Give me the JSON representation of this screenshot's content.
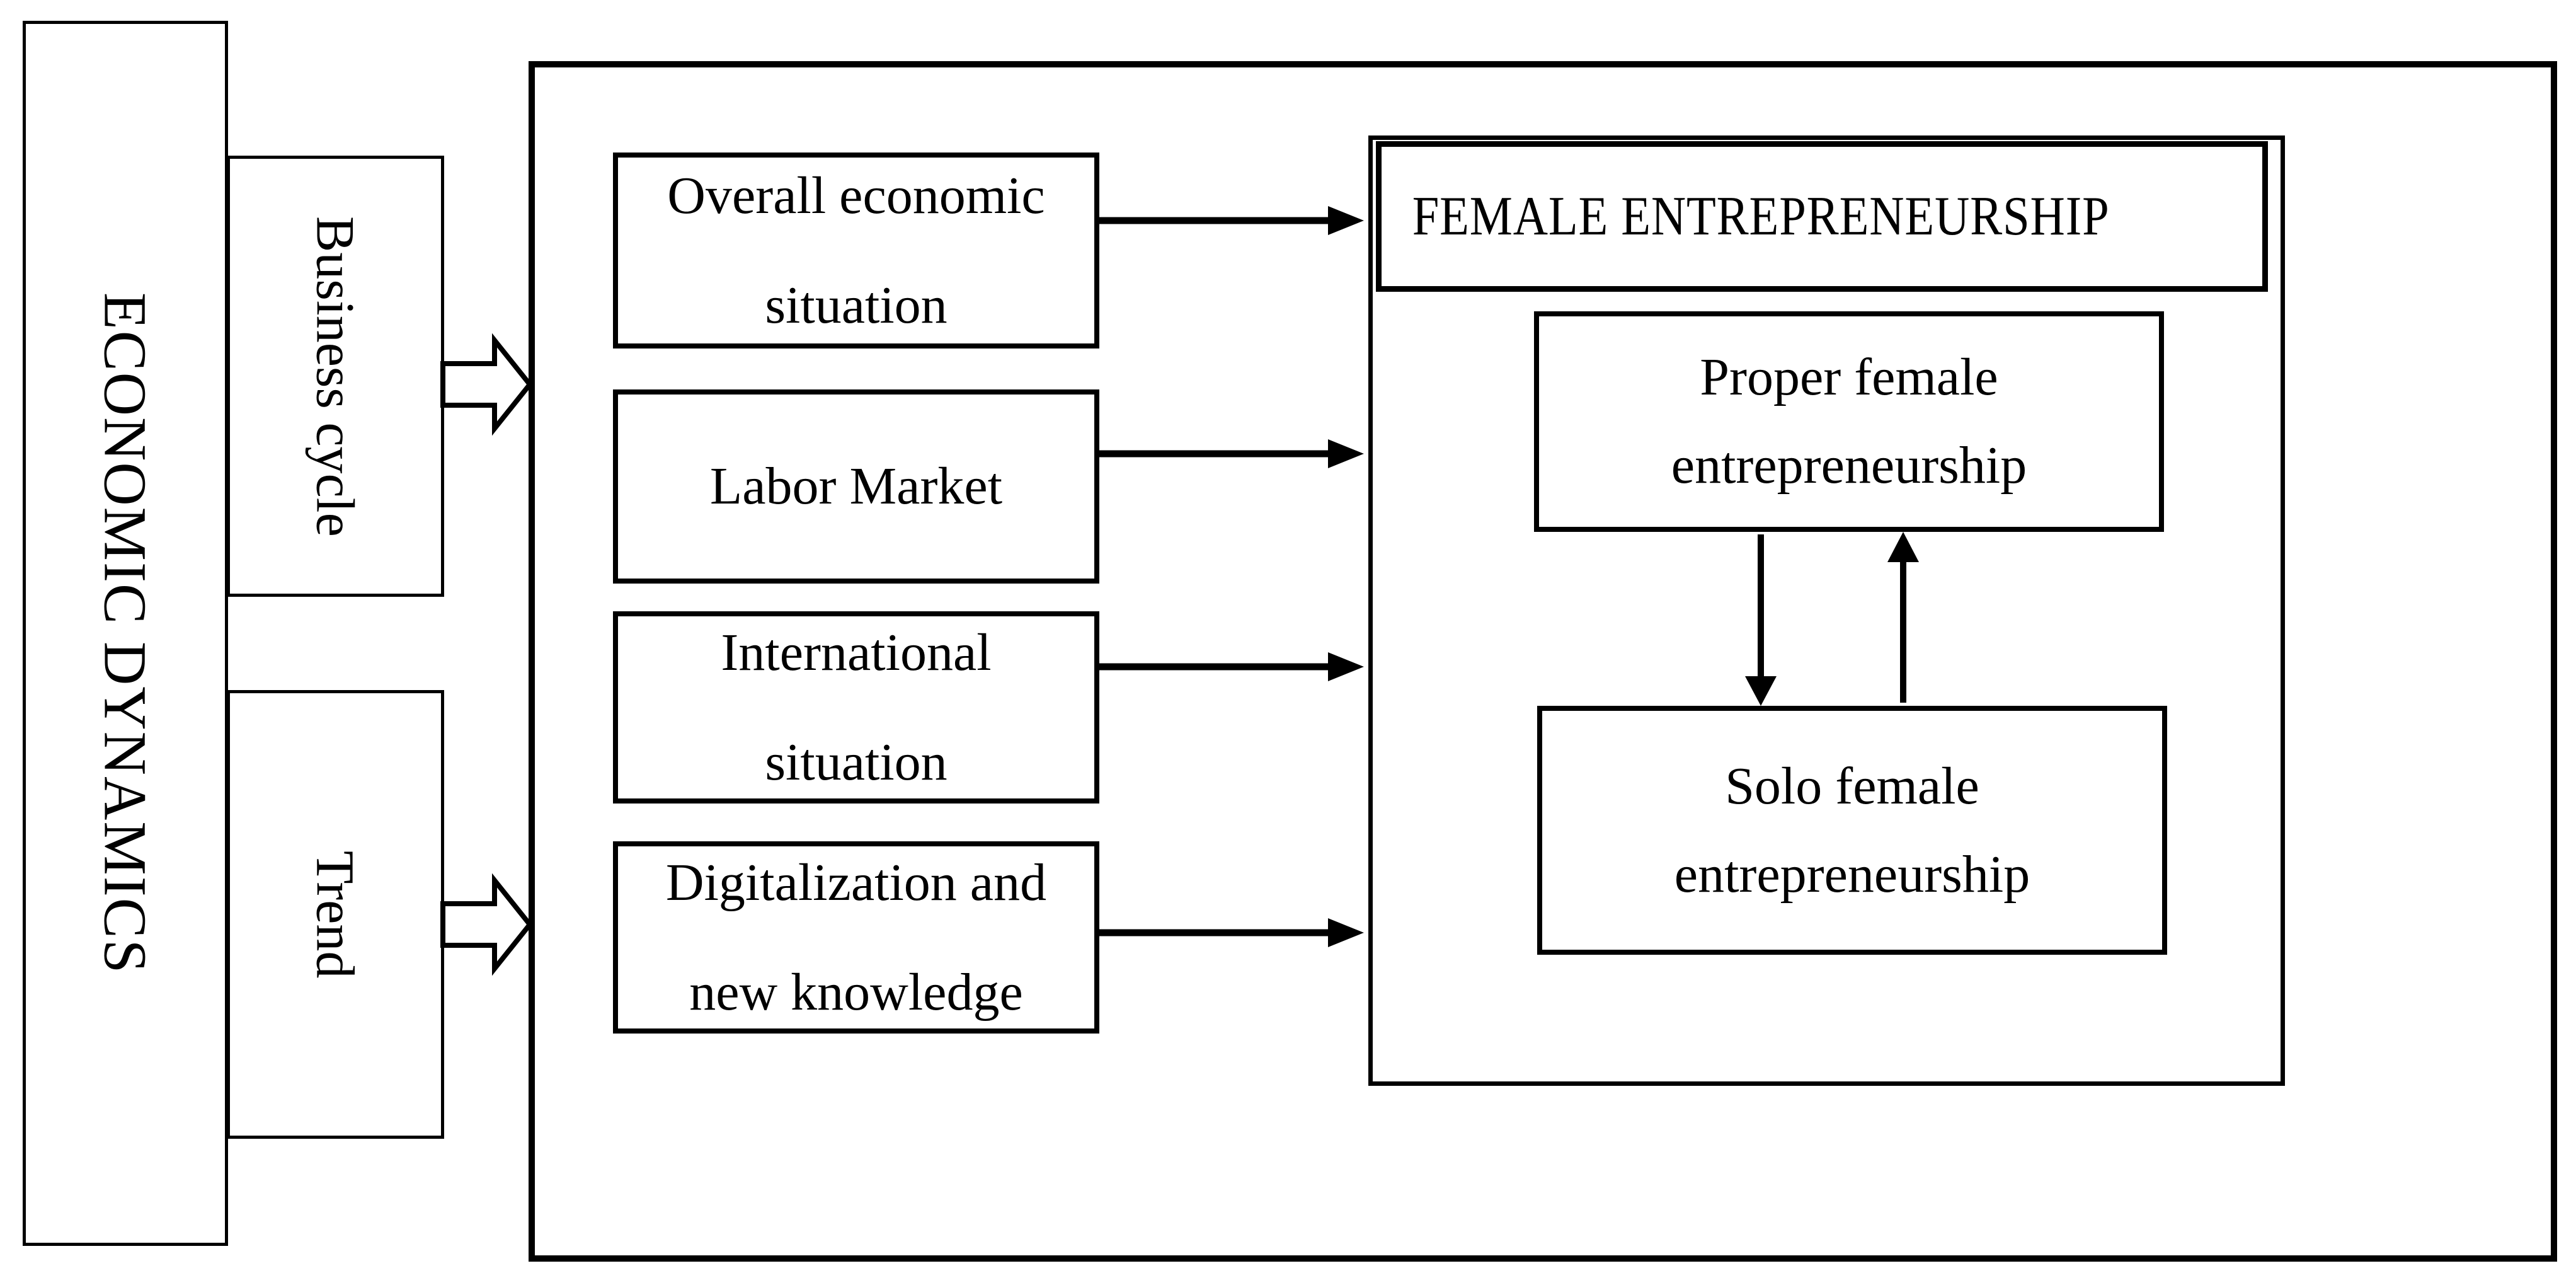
{
  "diagram": {
    "left_panel": {
      "label": "ECONOMIC DYNAMICS"
    },
    "drivers": [
      {
        "label": "Business cycle"
      },
      {
        "label": "Trend"
      }
    ],
    "factors": [
      {
        "label": "Overall economic situation"
      },
      {
        "label": "Labor Market"
      },
      {
        "label": "International situation"
      },
      {
        "label": "Digitalization and new knowledge"
      }
    ],
    "outcome": {
      "title": "FEMALE ENTREPRENEURSHIP",
      "types": [
        {
          "label": "Proper female entrepreneurship"
        },
        {
          "label": "Solo female entrepreneurship"
        }
      ]
    },
    "icons": [
      "block-arrow-right-icon",
      "thin-arrow-right-icon",
      "thin-arrow-down-icon",
      "thin-arrow-up-icon"
    ],
    "colors": {
      "ink": "#000000",
      "paper": "#ffffff"
    }
  }
}
